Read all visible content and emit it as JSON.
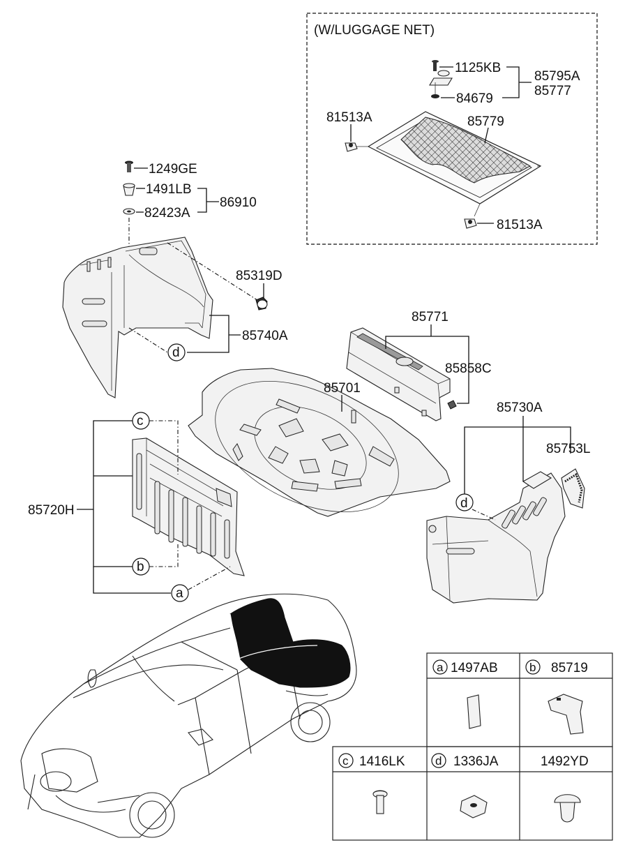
{
  "box_title": "(W/LUGGAGE NET)",
  "parts": {
    "p1125KB": "1125KB",
    "p85795A": "85795A",
    "p85777": "85777",
    "p84679": "84679",
    "p81513A_top": "81513A",
    "p85779": "85779",
    "p81513A_bottom": "81513A",
    "p1249GE": "1249GE",
    "p1491LB": "1491LB",
    "p86910": "86910",
    "p82423A": "82423A",
    "p85319D": "85319D",
    "p85740A": "85740A",
    "p85771": "85771",
    "p85858C": "85858C",
    "p85701": "85701",
    "p85730A": "85730A",
    "p85753L": "85753L",
    "p85720H": "85720H"
  },
  "callouts": {
    "a": "a",
    "b": "b",
    "c": "c",
    "d": "d"
  },
  "legend": {
    "a_letter": "a",
    "a_part": "1497AB",
    "b_letter": "b",
    "b_part": "85719",
    "c_letter": "c",
    "c_part": "1416LK",
    "d_letter": "d",
    "d_part": "1336JA",
    "e_part": "1492YD"
  }
}
